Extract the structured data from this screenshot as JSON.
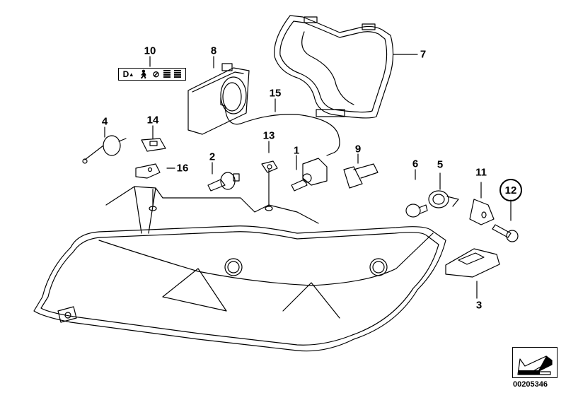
{
  "diagram": {
    "type": "exploded parts diagram",
    "subject": "Headlight assembly",
    "callouts": [
      {
        "id": "1",
        "label": "1"
      },
      {
        "id": "2",
        "label": "2"
      },
      {
        "id": "3",
        "label": "3"
      },
      {
        "id": "4",
        "label": "4"
      },
      {
        "id": "5",
        "label": "5"
      },
      {
        "id": "6",
        "label": "6"
      },
      {
        "id": "7",
        "label": "7"
      },
      {
        "id": "8",
        "label": "8"
      },
      {
        "id": "9",
        "label": "9"
      },
      {
        "id": "10",
        "label": "10"
      },
      {
        "id": "11",
        "label": "11"
      },
      {
        "id": "12",
        "label": "12"
      },
      {
        "id": "13",
        "label": "13"
      },
      {
        "id": "14",
        "label": "14"
      },
      {
        "id": "15",
        "label": "15"
      },
      {
        "id": "16",
        "label": "16"
      }
    ],
    "warning_label": {
      "text_d": "D",
      "symbols": [
        "triangle-icon",
        "person-icon",
        "prohibited-icon",
        "bars-icon",
        "bars-icon"
      ]
    },
    "document_number": "00205346",
    "nav_icon": "arrow-back-icon"
  }
}
